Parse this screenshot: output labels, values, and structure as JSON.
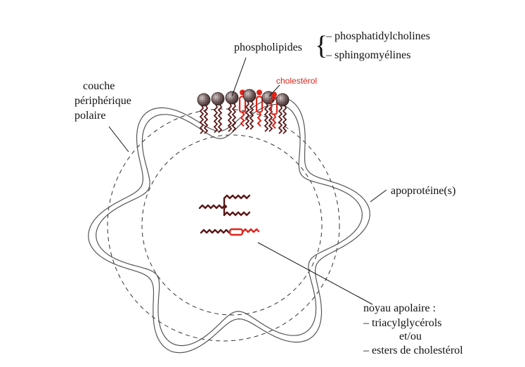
{
  "labels": {
    "phospholipides": "phospholipides",
    "phosphatidylcholines": "– phosphatidylcholines",
    "sphingomyelines": "– sphingomyélines",
    "cholesterol": "cholestérol",
    "couche_line1": "couche",
    "couche_line2": "périphérique",
    "couche_line3": "polaire",
    "apoproteine": "apoprotéine(s)",
    "noyau_title": "noyau apolaire :",
    "noyau_triacyl": "– triacylglycérols",
    "noyau_etou": "et/ou",
    "noyau_esters": "– esters  de cholestérol"
  },
  "colors": {
    "ink": "#111111",
    "accent_red": "#e0241b",
    "head_fill": "#6b5656",
    "tail_brown": "#5a1616"
  }
}
